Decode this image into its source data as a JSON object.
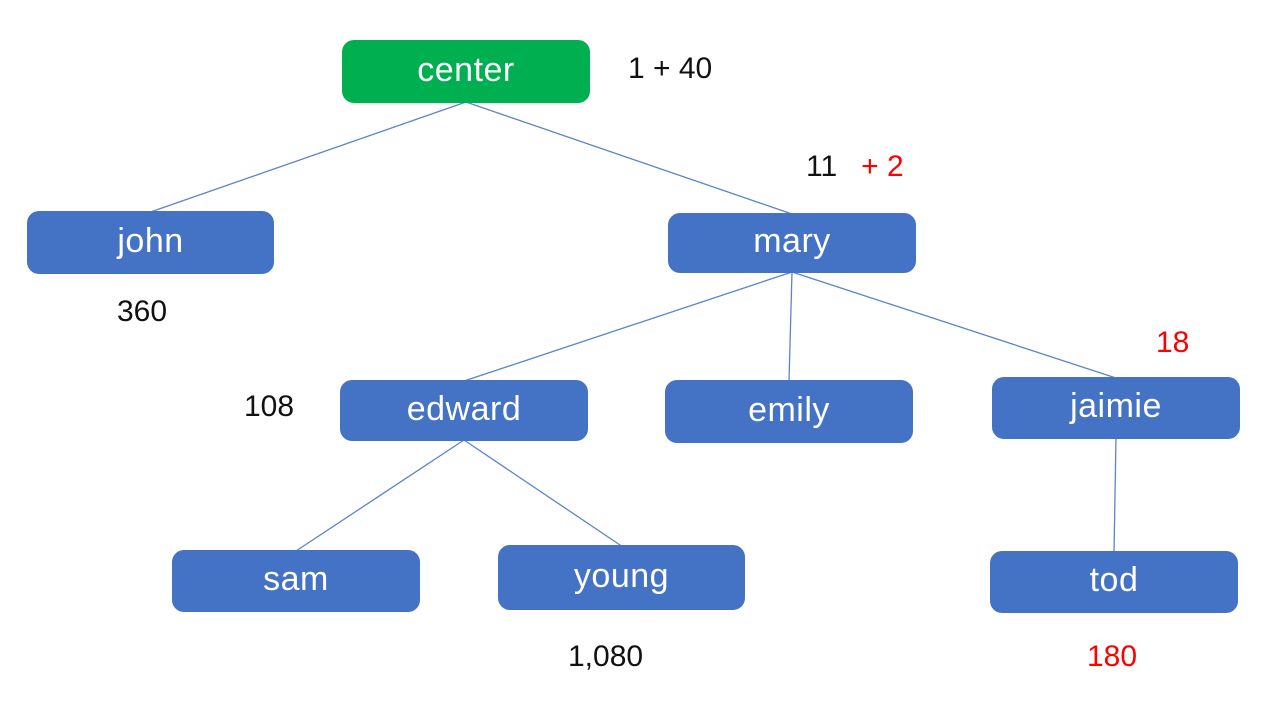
{
  "diagram": {
    "type": "tree",
    "description": "Family/organization tree with numeric annotations"
  },
  "colors": {
    "node_blue": "#4472C4",
    "node_green": "#00B050",
    "node_text": "#FFFFFF",
    "edge_line": "#5B84C8",
    "text_black": "#111111",
    "text_red": "#FF0000"
  },
  "nodes": {
    "center": {
      "label": "center",
      "fill": "#00B050"
    },
    "john": {
      "label": "john",
      "fill": "#4472C4"
    },
    "mary": {
      "label": "mary",
      "fill": "#4472C4"
    },
    "edward": {
      "label": "edward",
      "fill": "#4472C4"
    },
    "emily": {
      "label": "emily",
      "fill": "#4472C4"
    },
    "jaimie": {
      "label": "jaimie",
      "fill": "#4472C4"
    },
    "sam": {
      "label": "sam",
      "fill": "#4472C4"
    },
    "young": {
      "label": "young",
      "fill": "#4472C4"
    },
    "tod": {
      "label": "tod",
      "fill": "#4472C4"
    }
  },
  "annotations": {
    "center": {
      "text": "1 + 40",
      "color": "#111111",
      "position": "right-of-center-node"
    },
    "mary": {
      "parts": [
        {
          "text": "11",
          "color": "#111111"
        },
        {
          "text": "+ 2",
          "color": "#FF0000"
        }
      ],
      "position": "above-right-of-mary-node"
    },
    "john": {
      "text": "360",
      "color": "#111111",
      "position": "below-john-node"
    },
    "edward": {
      "text": "108",
      "color": "#111111",
      "position": "left-of-edward-node"
    },
    "jaimie": {
      "text": "18",
      "color": "#FF0000",
      "position": "above-right-of-jaimie-node"
    },
    "young": {
      "text": "1,080",
      "color": "#111111",
      "position": "below-young-node"
    },
    "tod": {
      "text": "180",
      "color": "#FF0000",
      "position": "below-tod-node"
    }
  },
  "edges": [
    {
      "from": "center",
      "to": "john"
    },
    {
      "from": "center",
      "to": "mary"
    },
    {
      "from": "mary",
      "to": "edward"
    },
    {
      "from": "mary",
      "to": "emily"
    },
    {
      "from": "mary",
      "to": "jaimie"
    },
    {
      "from": "edward",
      "to": "sam"
    },
    {
      "from": "edward",
      "to": "young"
    },
    {
      "from": "jaimie",
      "to": "tod"
    }
  ]
}
